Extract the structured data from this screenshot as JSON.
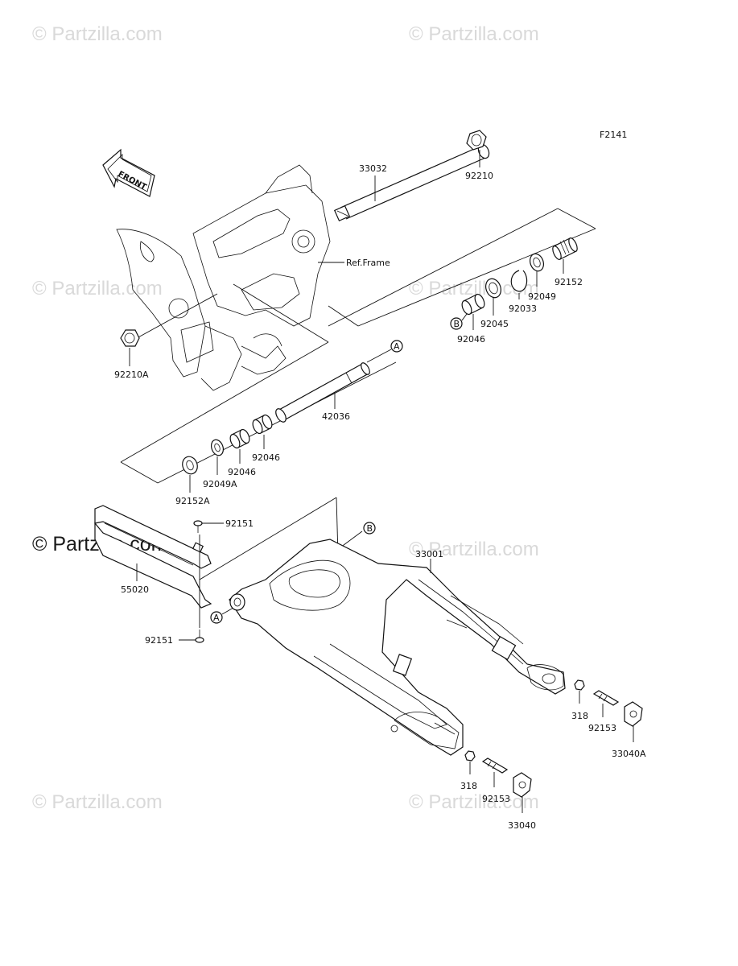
{
  "diagram_id": "F2141",
  "ref_frame_label": "Ref.Frame",
  "front_label": "FRONT",
  "watermarks": [
    "© Partzilla.com",
    "© Partzilla.com",
    "© Partzilla.com",
    "© Partzilla.com",
    "© Partzilla.com",
    "© Partzilla.com",
    "© Partzilla.com",
    "© Partzilla.com"
  ],
  "callouts": {
    "A": "A",
    "B": "B"
  },
  "parts": {
    "p33032": "33032",
    "p92210": "92210",
    "p92210A": "92210A",
    "p92152": "92152",
    "p92049": "92049",
    "p92033": "92033",
    "p92045": "92045",
    "p92046_top": "92046",
    "p42036": "42036",
    "p92046_a": "92046",
    "p92046_b": "92046",
    "p92049A": "92049A",
    "p92152A": "92152A",
    "p92151_top": "92151",
    "p55020": "55020",
    "p92151_bot": "92151",
    "p33001": "33001",
    "p318_a": "318",
    "p92153_a": "92153",
    "p33040A": "33040A",
    "p318_b": "318",
    "p92153_b": "92153",
    "p33040": "33040"
  }
}
